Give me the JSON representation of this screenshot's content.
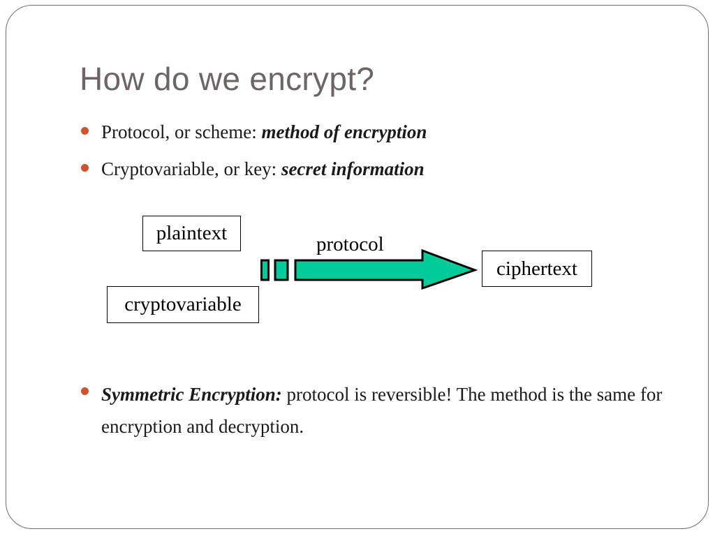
{
  "slide": {
    "title": "How do we encrypt?",
    "bullets": [
      {
        "label": "Protocol, or scheme:  ",
        "emphasis": "method of encryption"
      },
      {
        "label": "Cryptovariable, or key: ",
        "emphasis": "secret information"
      },
      {
        "emphasis": "Symmetric Encryption:",
        "label": " protocol is reversible! The method is the same for encryption and decryption."
      }
    ],
    "bullet_color": "#d4522a"
  },
  "diagram": {
    "plaintext_label": "plaintext",
    "cryptovariable_label": "cryptovariable",
    "protocol_label": "protocol",
    "ciphertext_label": "ciphertext",
    "arrow_color": "#00cc99"
  }
}
